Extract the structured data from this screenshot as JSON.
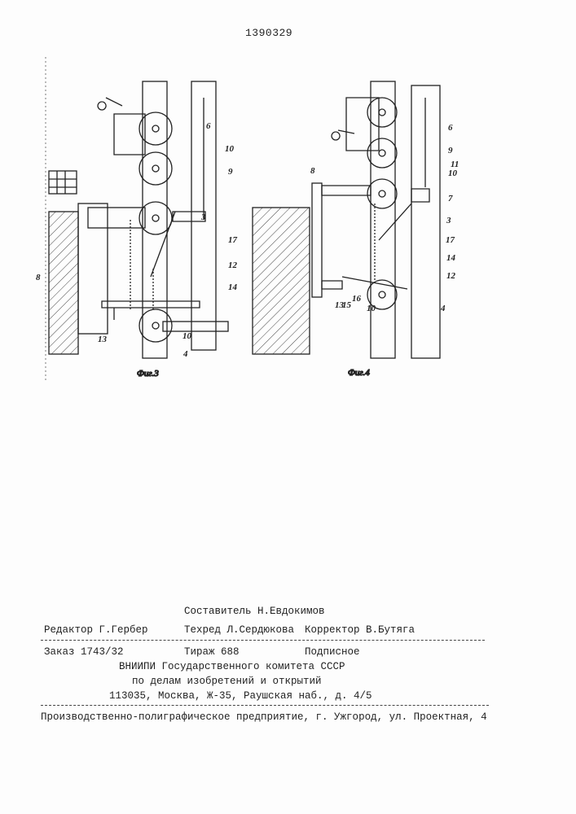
{
  "patent_number": "1390329",
  "figure3": {
    "caption": "Фиг.3",
    "labels": [
      "6",
      "10",
      "9",
      "3",
      "17",
      "12",
      "14",
      "8",
      "13",
      "10",
      "4"
    ]
  },
  "figure4": {
    "caption": "Фиг.4",
    "labels": [
      "6",
      "9",
      "11",
      "10",
      "7",
      "3",
      "17",
      "14",
      "12",
      "4",
      "8",
      "13",
      "15",
      "16",
      "10"
    ]
  },
  "imprint": {
    "compiler": "Составитель Н.Евдокимов",
    "editor": "Редактор Г.Гербер",
    "techred": "Техред Л.Сердюкова",
    "corrector": "Корректор В.Бутяга",
    "order": "Заказ 1743/32",
    "circulation": "Тираж 688",
    "subscription": "Подписное",
    "org_line1": "ВНИИПИ Государственного комитета СССР",
    "org_line2": "по делам изобретений и открытий",
    "org_address": "113035, Москва, Ж-35, Раушская наб., д. 4/5",
    "printer": "Производственно-полиграфическое предприятие, г. Ужгород, ул. Проектная, 4"
  }
}
